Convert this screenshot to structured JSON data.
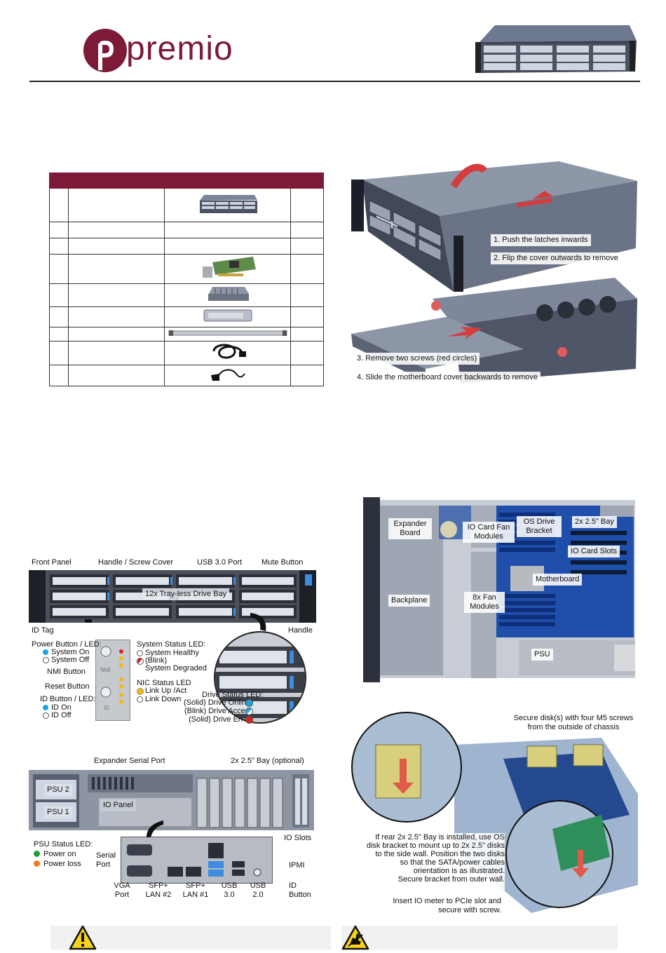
{
  "brand": {
    "logo_text": "premio",
    "colors": {
      "accent": "#7c1a37",
      "led_blue": "#1aa7e0",
      "led_red": "#e0201c",
      "led_amber": "#f2b90f",
      "led_green": "#1e9c3b",
      "led_orange": "#f0761c"
    }
  },
  "cover_steps": {
    "step1": "1. Push the latches inwards",
    "step2": "2. Flip the cover outwards to remove",
    "step3": "3. Remove two screws (red circles)",
    "step4": "4. Slide the motherboard cover backwards to remove"
  },
  "interior": {
    "expander_board": "Expander Board",
    "io_card_fan": "IO Card Fan Modules",
    "os_drive_bracket": "OS Drive Bracket",
    "rear_bay": "2x 2.5\" Bay",
    "io_card_slots": "IO Card Slots",
    "motherboard": "Motherboard",
    "backplane": "Backplane",
    "fan_modules": "8x Fan Modules",
    "psu": "PSU"
  },
  "front": {
    "front_panel": "Front Panel",
    "handle_cover": "Handle / Screw Cover",
    "usb_port": "USB 3.0 Port",
    "mute_button": "Mute Button",
    "drive_bay": "12x Tray-less Drive Bay",
    "id_tag": "ID Tag",
    "handle": "Handle",
    "power_button": "Power Button / LED:",
    "system_on": "System On",
    "system_off": "System Off",
    "nmi_button": "NMI Button",
    "reset_button": "Reset Button",
    "id_button": "ID Button / LED:",
    "id_on": "ID On",
    "id_off": "ID Off",
    "status_led": "System Status LED:",
    "system_healthy": "System Healthy",
    "blink": "(Blink)",
    "system_degraded": "System Degraded",
    "nic_led": "NIC Status LED",
    "link_up": "Link Up /Act",
    "link_down": "Link Down",
    "drive_led": "Drive Status LED:",
    "drive_online": "(Solid) Drive Online",
    "drive_access": "(Blink) Drive Access",
    "drive_error": "(Solid) Drive Error",
    "panel_nmi": "NMI",
    "panel_id": "ID"
  },
  "rear": {
    "expander_serial": "Expander Serial Port",
    "rear_bay_optional": "2x 2.5\" Bay (optional)",
    "psu2": "PSU 2",
    "psu1": "PSU 1",
    "io_panel": "IO Panel",
    "io_slots": "IO Slots",
    "psu_led": "PSU Status LED:",
    "power_on": "Power on",
    "power_loss": "Power loss",
    "serial_port": "Serial Port",
    "ipmi": "IPMI",
    "vga_port": "VGA Port",
    "sfp2": "SFP+ LAN #2",
    "sfp1": "SFP+ LAN #1",
    "usb30": "USB 3.0",
    "usb20": "USB 2.0",
    "id_button": "ID Button"
  },
  "install": {
    "secure_disks": "Secure disk(s) with four M5 screws from the outside of chassis",
    "bay_note_1": "If rear 2x 2.5\" Bay is installed, use OS",
    "bay_note_2": "disk bracket to mount up to 2x 2.5\" disks",
    "bay_note_3": "to the side wall. Position the two disks",
    "bay_note_4": "so that the SATA/power cables",
    "bay_note_5": "orientation is as illustrated.",
    "bay_note_6": "Secure bracket from outer wall.",
    "insert_io": "Insert IO meter to PCIe slot and secure with screw."
  },
  "icons": [
    "warning-triangle-icon",
    "esd-caution-icon"
  ]
}
